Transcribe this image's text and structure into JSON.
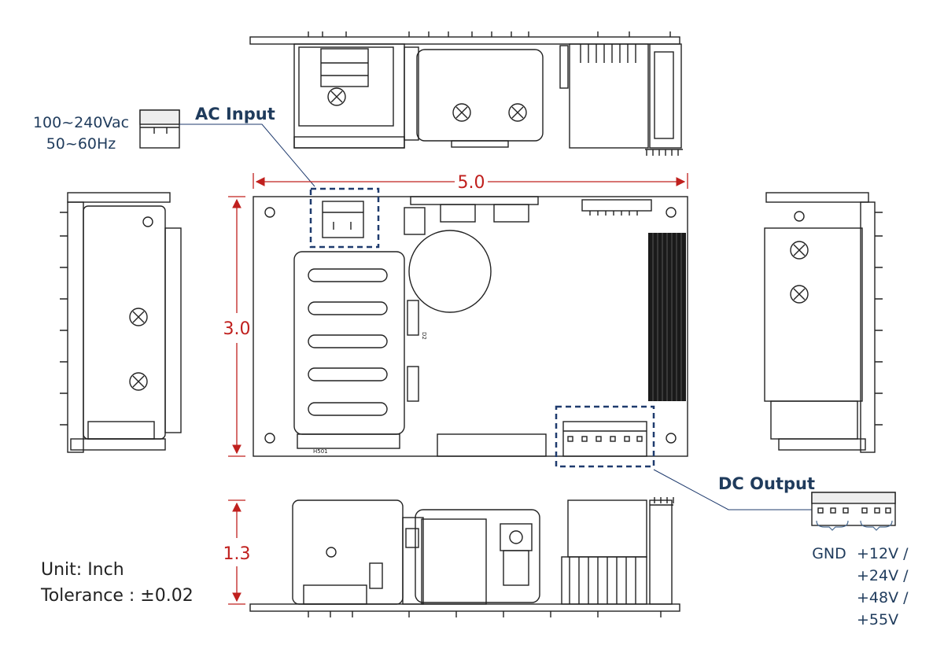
{
  "ac_input": {
    "title": "AC Input",
    "voltage": "100~240Vac",
    "frequency": "50~60Hz"
  },
  "dc_output": {
    "title": "DC Output",
    "gnd": "GND",
    "v1": "+12V /",
    "v2": "+24V /",
    "v3": "+48V /",
    "v4": "+55V"
  },
  "dimensions": {
    "width": "5.0",
    "height": "3.0",
    "depth": "1.3"
  },
  "units": {
    "unit": "Unit: Inch",
    "tolerance": "Tolerance : ±0.02"
  },
  "pcb_marks": {
    "h501": "H501",
    "d2": "D2"
  },
  "colors": {
    "label": "#1f3b5c",
    "dimension": "#c0201e",
    "outline": "#222222",
    "highlight_box": "#1f3b6e"
  }
}
